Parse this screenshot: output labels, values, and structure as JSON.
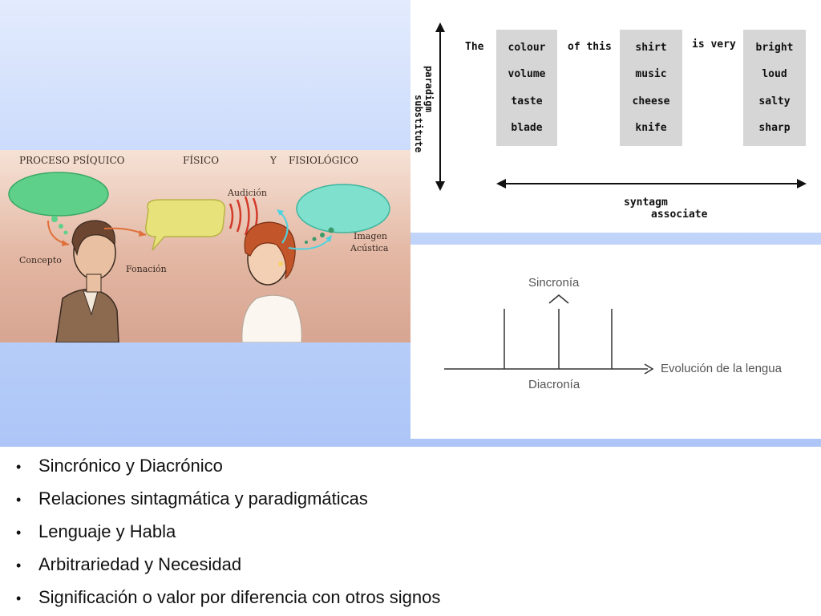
{
  "circuit": {
    "heading_proceso": "PROCESO PSÍQUICO",
    "heading_fisico": "FÍSICO",
    "heading_y": "Y",
    "heading_fisiologico": "FISIOLÓGICO",
    "label_audicion": "Audición",
    "label_concepto": "Concepto",
    "label_fonacion": "Fonación",
    "label_imagen": "Imagen",
    "label_acustica": "Acústica",
    "colors": {
      "green_bubble": "#5fd089",
      "yellow_bubble": "#e7e27a",
      "teal_bubble": "#7fe0cd",
      "arrow_orange": "#e0703a",
      "arrow_cyan": "#4fd2e0"
    }
  },
  "syntagm": {
    "word_the": "The",
    "word_of_this": "of this",
    "word_is_very": "is very",
    "column1": [
      "colour",
      "volume",
      "taste",
      "blade"
    ],
    "column2": [
      "shirt",
      "music",
      "cheese",
      "knife"
    ],
    "column3": [
      "bright",
      "loud",
      "salty",
      "sharp"
    ],
    "vertical_label_1": "paradigm",
    "vertical_label_2": "substitute",
    "horizontal_label_1": "syntagm",
    "horizontal_label_2": "associate"
  },
  "synchrony": {
    "sincronia": "Sincronía",
    "diacronia": "Diacronía",
    "evolucion": "Evolución de la lengua"
  },
  "bullets": [
    "Sincrónico y Diacrónico",
    "Relaciones sintagmática y paradigmáticas",
    "Lenguaje y Habla",
    "Arbitrariedad y Necesidad",
    "Significación o valor por diferencia con otros signos"
  ]
}
